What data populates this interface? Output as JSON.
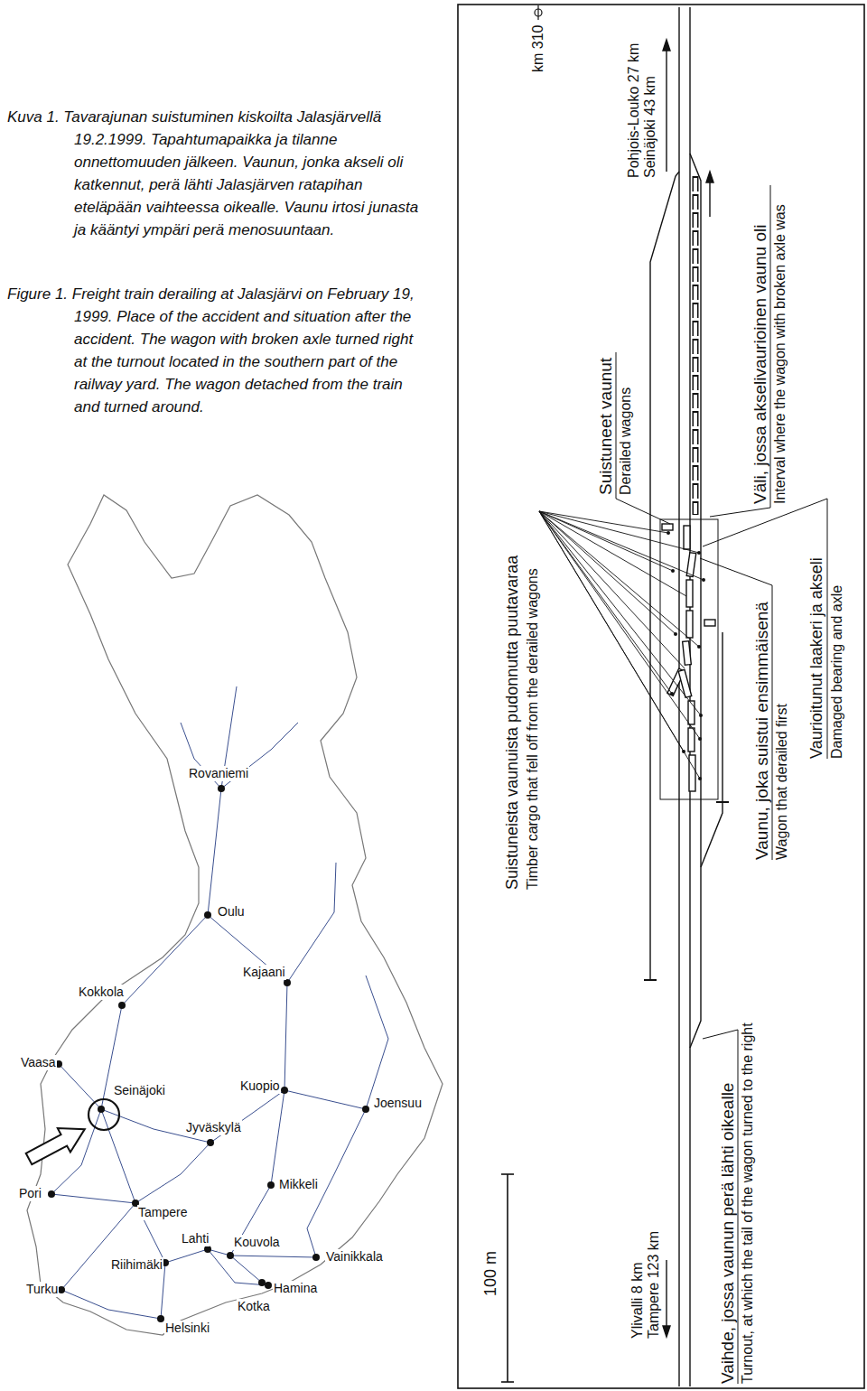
{
  "diagram": {
    "caption": "Kuva 1. Tavarajunan suistuminen kiskoilta Jalasjärvellä 19.2.1999. Tapahtumapaikka ja tilanne onnettomuuden jälkeen. Vaunun, jonka akseli oli katkennut, perä lähti Jalasjärven ratapihan eteläpään vaihteessa oikealle. Vaunu irtosi junasta ja kääntyi ympäri perä menosuuntaan.",
    "labels": [
      "Figure 1. Freight train derailing at Jalasjärvi on February 19, 1999. Place of the accident and situation after the accident. The wagon with broken axle turned right at the turnout located in the southern part of the railway yard. The wagon detached from the train and turned around.",
      "Rovaniemi",
      "Oulu",
      "Kajaani",
      "Kokkola",
      "Vaasa",
      "Seinäjoki",
      "Kuopio",
      "Joensuu",
      "Jyväskylä",
      "Pori",
      "Mikkeli",
      "Tampere",
      "Lahti",
      "Kouvola",
      "Vainikkala",
      "Riihimäki",
      "Turku",
      "Hamina",
      "Kotka",
      "Helsinki",
      "km 310",
      "Pohjois-Louko 27 km",
      "Seinäjoki 43 km",
      "Suistuneet vaunut",
      "Derailed wagons",
      "Väli, jossa akselivaurioinen vaunu oli",
      "Interval where the wagon with broken axle was",
      "Suistuneista vaunuista pudonnutta puutavaraa",
      "Timber cargo that fell off from the derailed wagons",
      "Vaunu, joka suistui ensimmäisenä",
      "Wagon that derailed first",
      "Vaurioitunut laakeri ja akseli",
      "Damaged bearing and axle",
      "Vaihde, jossa vaunun perä lähti oikealle",
      "Turnout, at which the tail of the wagon turned to the right",
      "100 m",
      "Ylivalli 8 km",
      "Tampere 123 km"
    ]
  }
}
